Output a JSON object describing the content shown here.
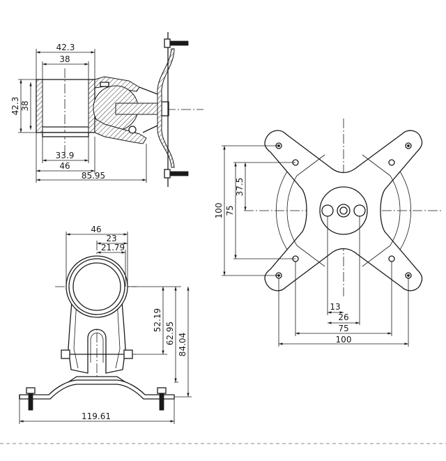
{
  "dimensions": {
    "side_view": {
      "outer_width": "42.3",
      "inner_width": "38",
      "outer_height": "42.3",
      "inner_height": "38",
      "base_width": "33.9",
      "clamp_width": "46",
      "total_depth": "85.95"
    },
    "front_view": {
      "width": "46",
      "half_width": "23",
      "offset": "21.79",
      "height_center": "52.19",
      "height_mid": "62.95",
      "height_total": "84.04",
      "base_width": "119.61"
    },
    "plate_view": {
      "v_half": "37.5",
      "v_75": "75",
      "v_100": "100",
      "h_13": "13",
      "h_26": "26",
      "h_75": "75",
      "h_100": "100"
    }
  },
  "colors": {
    "line": "#1a1a1a",
    "separator": "#8a8a8a"
  }
}
